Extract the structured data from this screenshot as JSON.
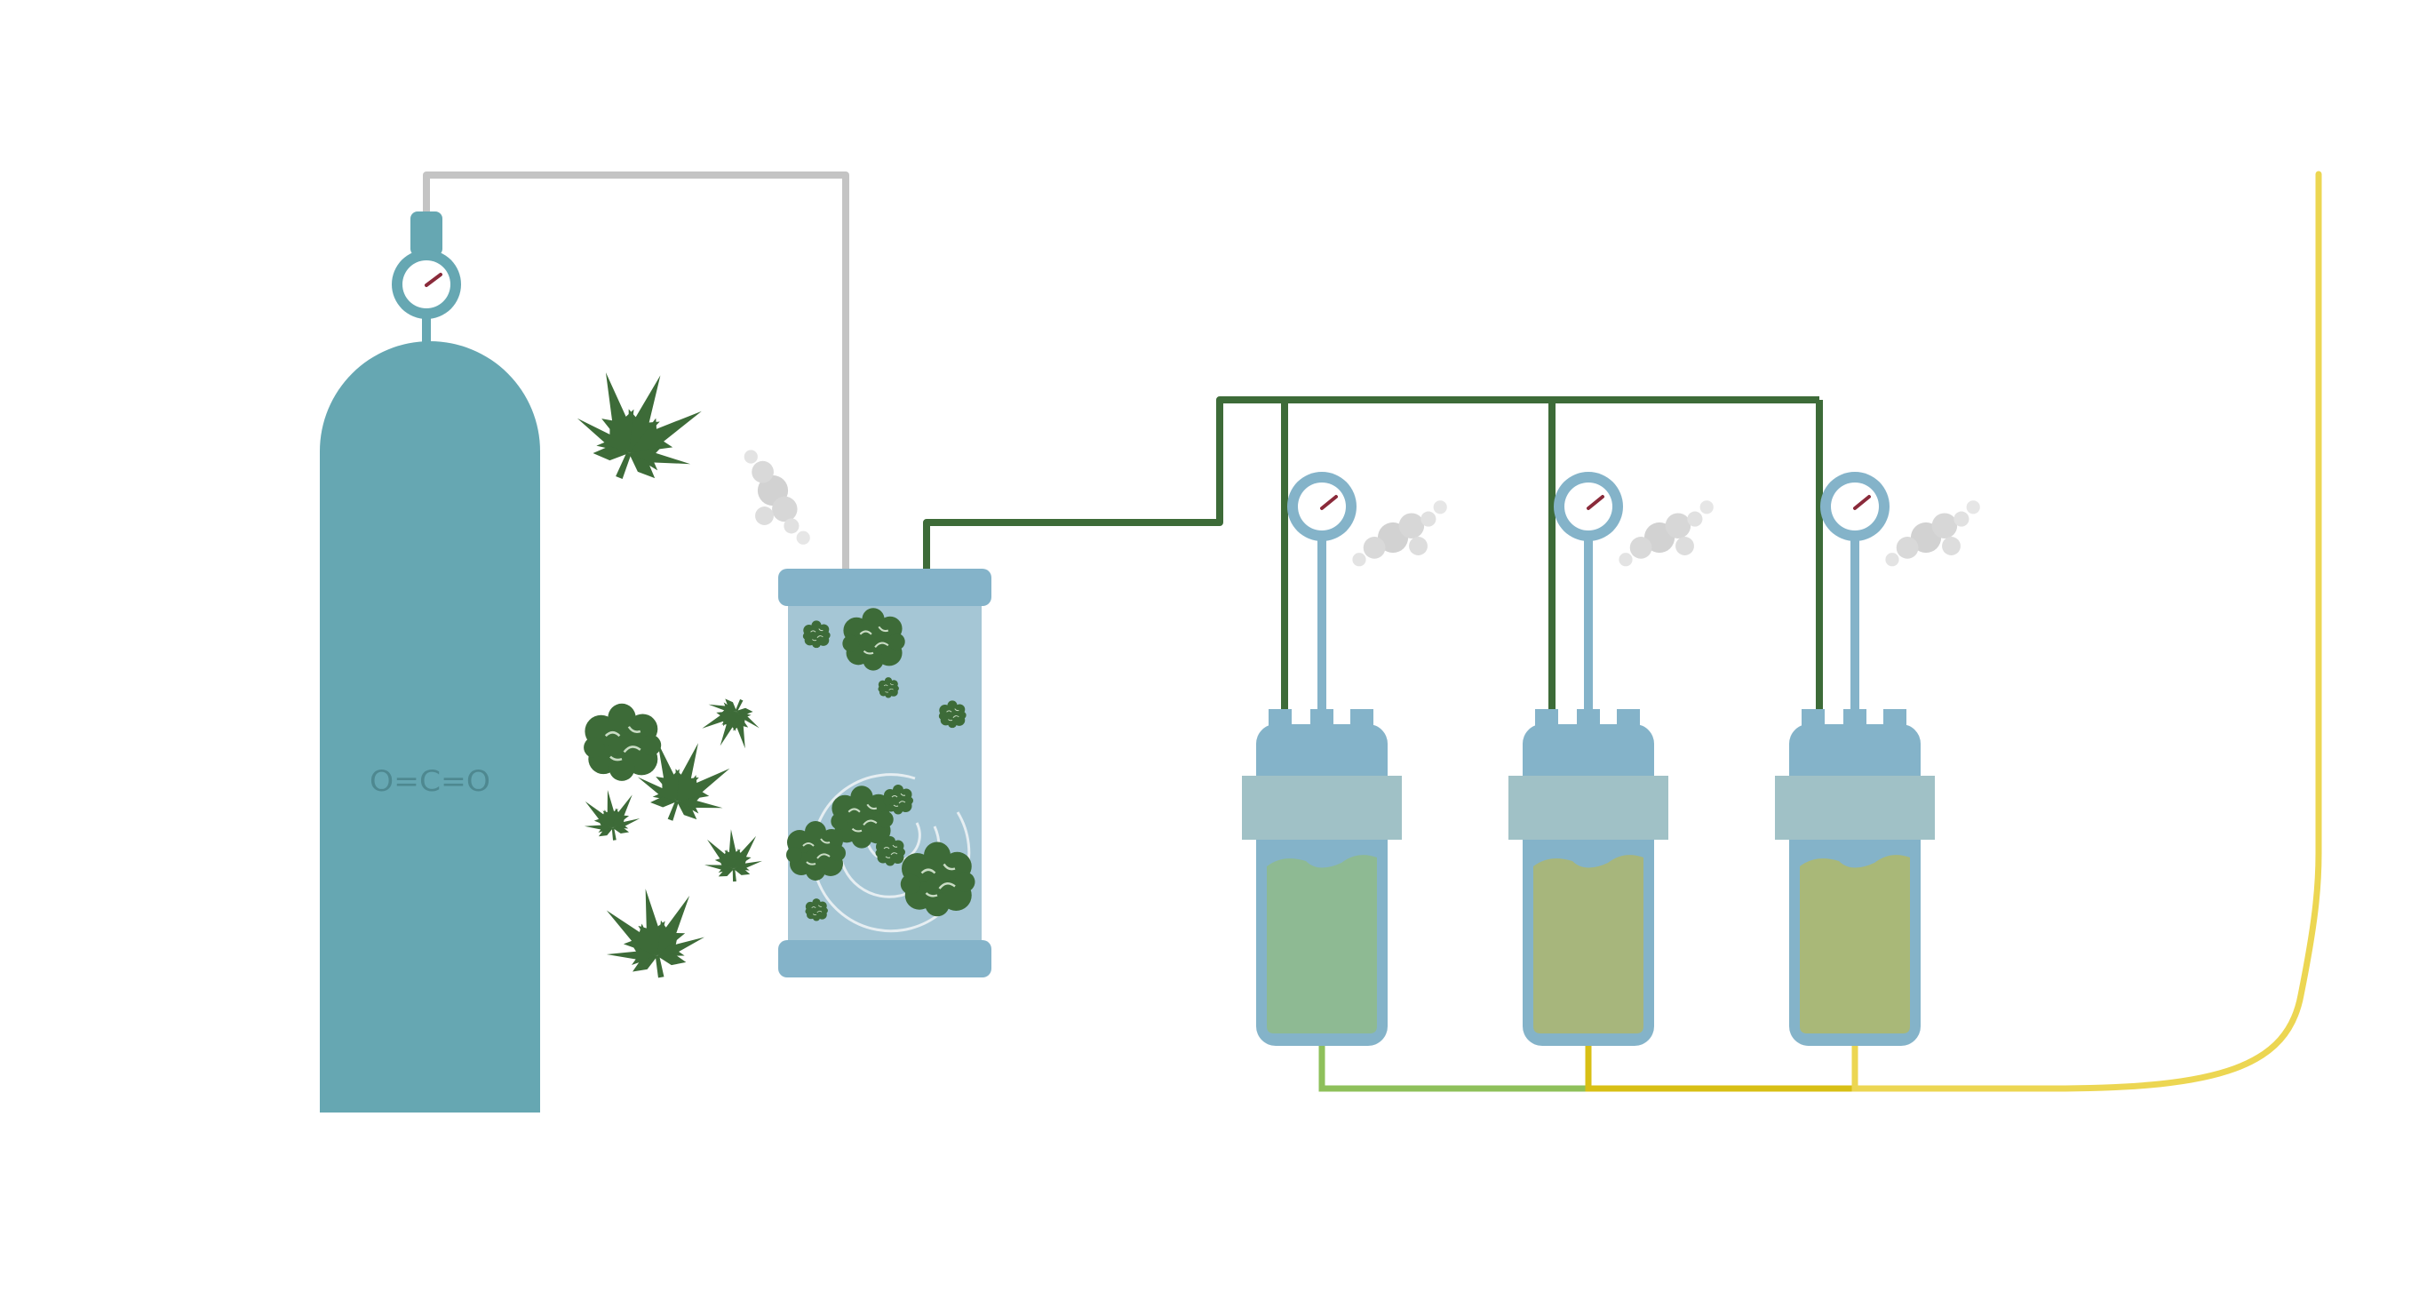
{
  "diagram": {
    "cylinder_label": "O=C=O"
  },
  "colors": {
    "co2_tank": "#66a7b2",
    "gray_pipe": "#c4c4c4",
    "green_pipe": "#3d6b38",
    "extraction_vessel_body": "#a5c6d5",
    "vessel_cap": "#84b3c9",
    "separator_band": "#a0c1c6",
    "separator_fluids": [
      "#8eba93",
      "#a7b67c",
      "#a9b878"
    ],
    "collection_line_left": "#8ec05b",
    "collection_line_mid": "#d8bf15",
    "collection_line_right": "#ecd652",
    "leaf": "#3d6b38",
    "gauge_needle": "#8a2a3a",
    "vapor": "#d5d5d5"
  },
  "icons": {
    "tank_gauge": "pressure-gauge-icon",
    "separator_gauge": "pressure-gauge-icon",
    "leaf": "cannabis-leaf-icon",
    "bud": "cannabis-bud-icon",
    "vapor": "vapor-cloud-icon"
  },
  "separators": [
    {
      "id": "separator-1"
    },
    {
      "id": "separator-2"
    },
    {
      "id": "separator-3"
    }
  ]
}
